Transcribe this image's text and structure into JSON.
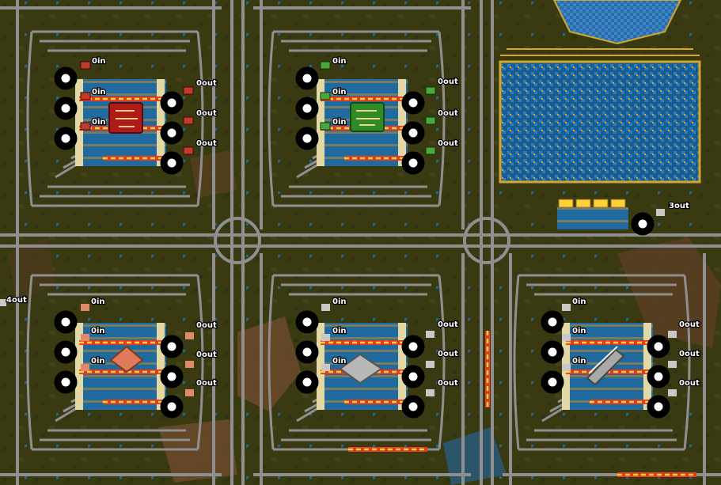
{
  "palette": {
    "ground": "#3a3a12",
    "ground_dark": "#2a2e10",
    "rail": "#8f8f8f",
    "building_blue": "#1f6a9e",
    "building_cream": "#e3d9a6",
    "belt_red": "#e23b1f",
    "belt_yellow": "#ffd23a",
    "pipe_gold": "#d4a62a",
    "stop_black": "#000000",
    "stop_white": "#ffffff"
  },
  "blocks": [
    {
      "id": "electronic-circuit-block",
      "product_icon": "electronic-circuit-icon",
      "input_item_icon": "circuit-item-icon",
      "inputs": [
        "0in",
        "0in",
        "0in"
      ],
      "outputs": [
        "0out",
        "0out",
        "0out"
      ]
    },
    {
      "id": "green-circuit-block",
      "product_icon": "green-circuit-icon",
      "input_item_icon": "green-circuit-item-icon",
      "inputs": [
        "0in",
        "0in",
        "0in"
      ],
      "outputs": [
        "0out",
        "0out",
        "0out"
      ]
    },
    {
      "id": "copper-plate-block",
      "product_icon": "copper-plate-icon",
      "input_item_icon": "copper-ore-icon",
      "inputs": [
        "0in",
        "0in",
        "0in"
      ],
      "outputs": [
        "0out",
        "0out",
        "0out"
      ]
    },
    {
      "id": "iron-plate-block",
      "product_icon": "iron-plate-icon",
      "input_item_icon": "iron-ore-icon",
      "inputs": [
        "0in",
        "0in",
        "0in"
      ],
      "outputs": [
        "0out",
        "0out",
        "0out"
      ]
    },
    {
      "id": "steel-beam-block",
      "product_icon": "steel-beam-icon",
      "input_item_icon": "steel-item-icon",
      "inputs": [
        "0in",
        "0in",
        "0in"
      ],
      "outputs": [
        "0out",
        "0out",
        "0out"
      ]
    }
  ],
  "solar_field": {
    "station_label": "3out"
  },
  "left_edge_label": "4out"
}
